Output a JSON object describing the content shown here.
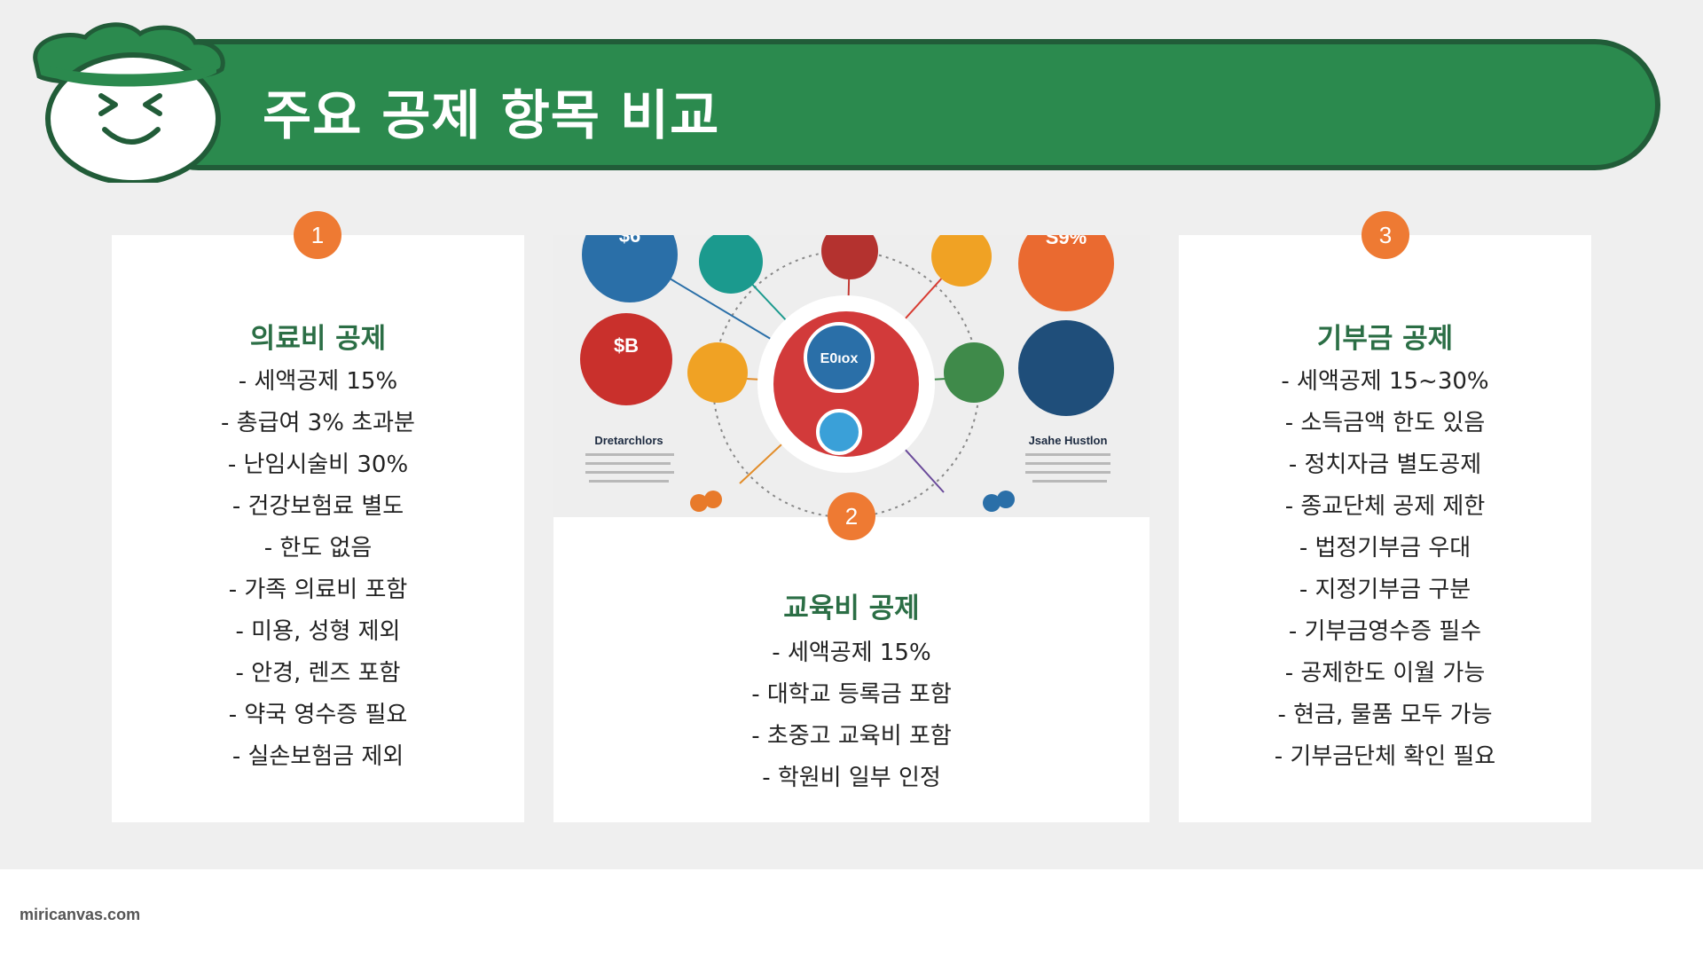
{
  "header": {
    "title": "주요 공제 항목 비교"
  },
  "cards": [
    {
      "number": "1",
      "title": "의료비 공제",
      "items": [
        "- 세액공제 15%",
        "- 총급여 3% 초과분",
        "- 난임시술비 30%",
        "- 건강보험료 별도",
        "- 한도 없음",
        "- 가족 의료비 포함",
        "- 미용, 성형 제외",
        "- 안경, 렌즈 포함",
        "- 약국 영수증 필요",
        "- 실손보험금 제외"
      ]
    },
    {
      "number": "2",
      "title": "교육비 공제",
      "items": [
        "- 세액공제 15%",
        "- 대학교 등록금 포함",
        "- 초중고 교육비 포함",
        "- 학원비 일부 인정"
      ]
    },
    {
      "number": "3",
      "title": "기부금 공제",
      "items": [
        "- 세액공제 15~30%",
        "- 소득금액 한도 있음",
        "- 정치자금 별도공제",
        "- 종교단체 공제 제한",
        "- 법정기부금 우대",
        "- 지정기부금 구분",
        "- 기부금영수증 필수",
        "- 공제한도 이월 가능",
        "- 현금, 물품 모두 가능",
        "- 기부금단체 확인 필요"
      ]
    }
  ],
  "illustration": {
    "center_label": "E0ıox",
    "left_label": "Dretarchlors",
    "right_label": "Jsahe Hustlon",
    "top_right_value": "S9%",
    "top_left_value": "$6",
    "left_circle_value": "$B"
  },
  "footer": {
    "brand": "miricanvas.com"
  },
  "colors": {
    "banner": "#2b8a4e",
    "banner_border": "#215c38",
    "badge": "#ee7a33",
    "card_title": "#2b6e45"
  }
}
